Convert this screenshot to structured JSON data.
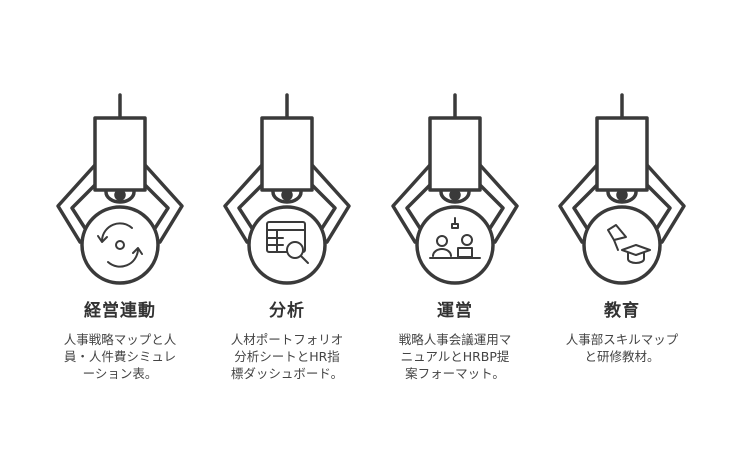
{
  "items": [
    {
      "title": "経営連動",
      "icon": "cycle-icon",
      "lines": [
        "人事戦略マップと人",
        "員・人件費シミュレ",
        "ーション表。"
      ]
    },
    {
      "title": "分析",
      "icon": "table-search-icon",
      "lines": [
        "人材ポートフォリオ",
        "分析シートとHR指",
        "標ダッシュボード。"
      ]
    },
    {
      "title": "運営",
      "icon": "meeting-icon",
      "lines": [
        "戦略人事会議運用マ",
        "ニュアルとHRBP提",
        "案フォーマット。"
      ]
    },
    {
      "title": "教育",
      "icon": "flag-graduation-icon",
      "lines": [
        "人事部スキルマップ",
        "と研修教材。"
      ]
    }
  ],
  "colors": {
    "stroke": "#3a3a3a",
    "text": "#444444"
  }
}
